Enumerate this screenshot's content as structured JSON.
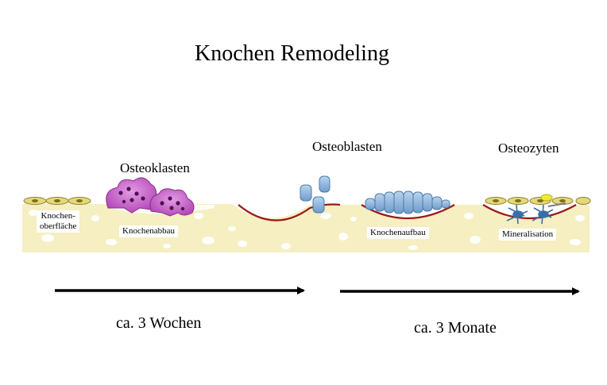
{
  "title": "Knochen Remodeling",
  "cells": {
    "osteoclasts": "Osteoklasten",
    "osteoblasts": "Osteoblasten",
    "osteocytes": "Osteozyten"
  },
  "stages": {
    "surface_line1": "Knochen-",
    "surface_line2": "oberfläche",
    "resorption": "Knochenabbau",
    "formation": "Knochenaufbau",
    "mineralization": "Mineralisation"
  },
  "durations": {
    "first": "ca. 3 Wochen",
    "second": "ca. 3 Monate"
  },
  "colors": {
    "bone_matrix": "#f5efc2",
    "lining_cell": "#e5d87a",
    "osteoclast": "#c65ec8",
    "osteoblast": "#8fb6dd",
    "osteoid_line": "#9a1a1a",
    "osteocyte": "#3a6fa6",
    "arrow": "#000000"
  },
  "icons": [
    "lining-cells",
    "osteoclast-cell",
    "osteoblast-cell",
    "osteocyte-cell",
    "timeline-arrow"
  ]
}
